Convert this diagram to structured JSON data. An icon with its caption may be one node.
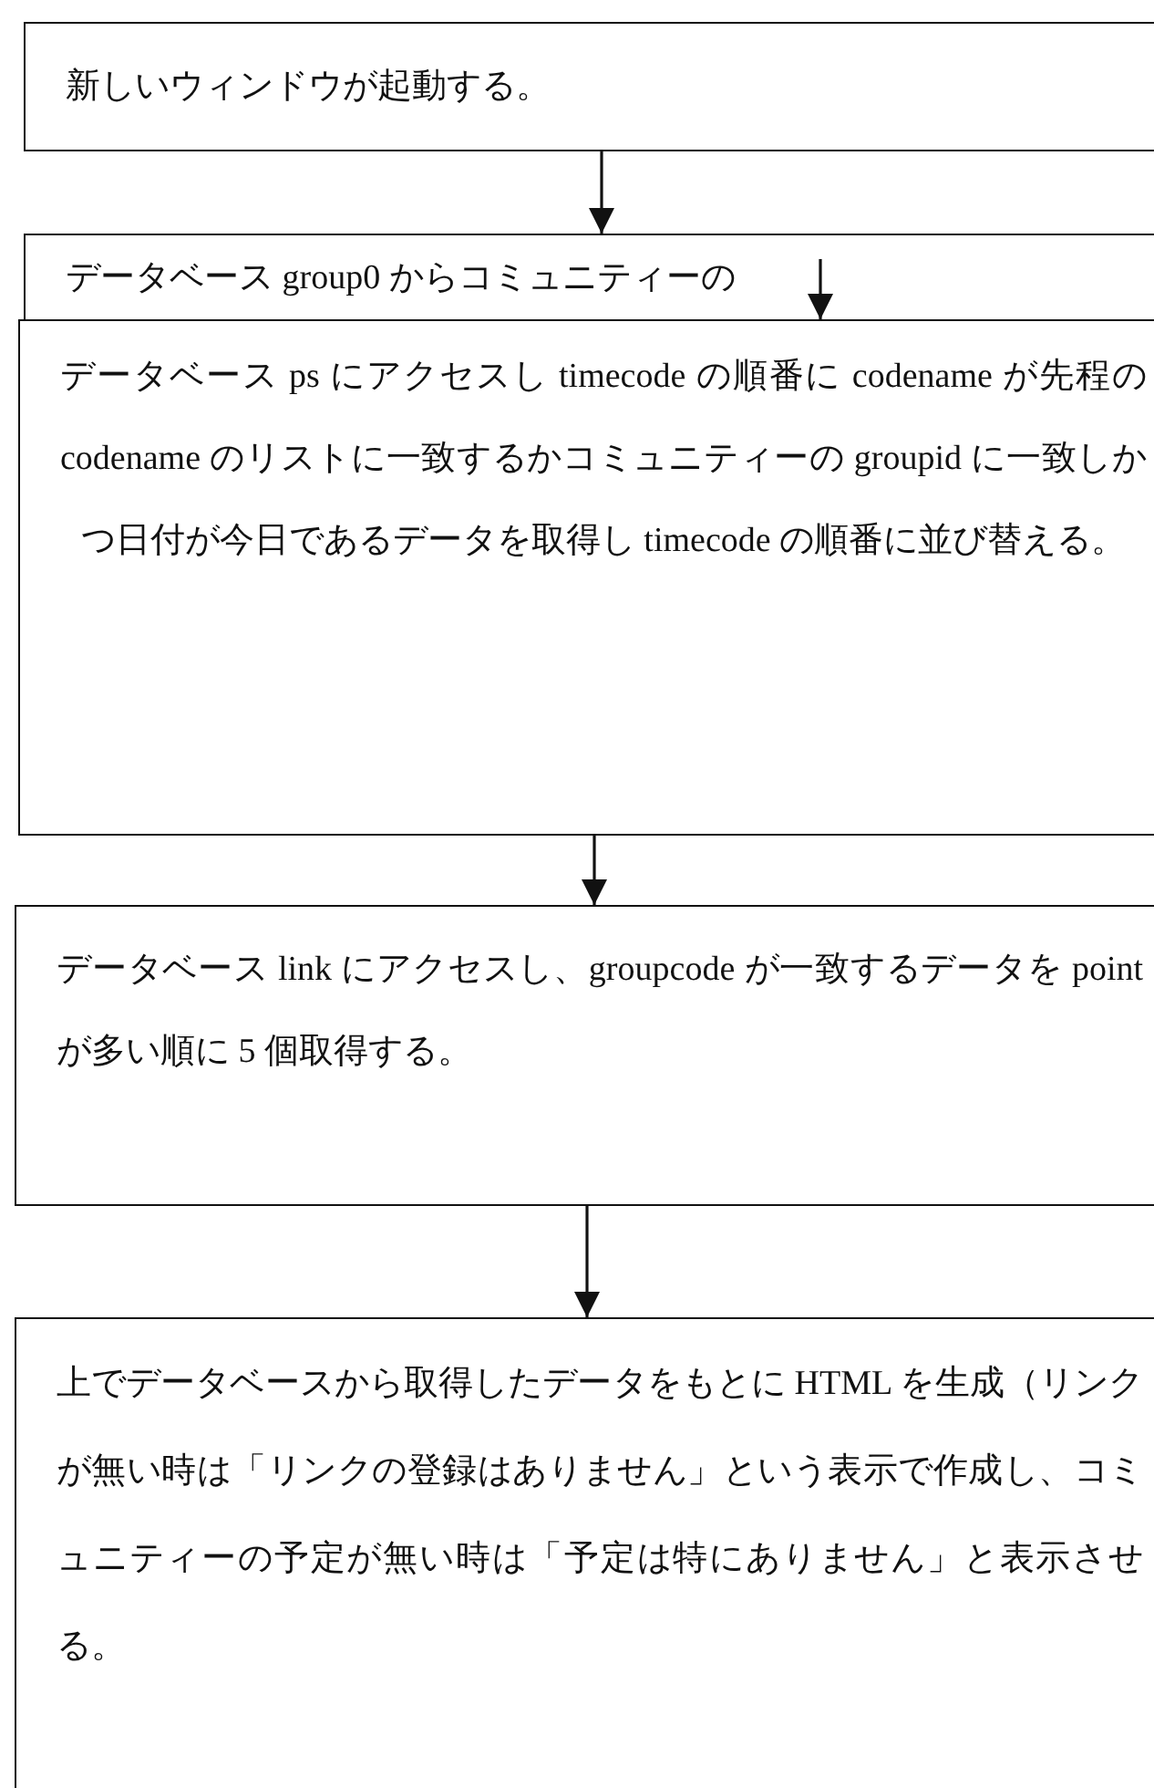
{
  "diagram": {
    "nodes": [
      {
        "text": [
          "新しいウィンドウが起動する。"
        ]
      },
      {
        "text": [
          "データベース group0 からコミュニティーの"
        ]
      },
      {
        "text": [
          "データベース ps にアクセスし timecode の順番に codename が先程の codename のリストに一致するかコミュニティーの groupid に一致しかつ日付が今日であるデータを取得し timecode の順番に並び替える。"
        ]
      },
      {
        "text": [
          "データベース link にアクセスし、groupcode が一致するデータを point が多い順に 5 個取得する。"
        ]
      },
      {
        "text": [
          "上でデータベースから取得したデータをもとに HTML を生成（リンクが無い時は「リンクの登録はありません」という表示で作成し、コミュニティーの予定が無い時は「予定は特にありません」と表示させる。"
        ]
      }
    ],
    "edges": [
      {
        "from": 0,
        "to": 1,
        "arrow": "to"
      },
      {
        "from": 1,
        "to": 2,
        "arrow": "to"
      },
      {
        "from": 2,
        "to": 3,
        "arrow": "to"
      },
      {
        "from": 3,
        "to": 4,
        "arrow": "to"
      }
    ]
  }
}
